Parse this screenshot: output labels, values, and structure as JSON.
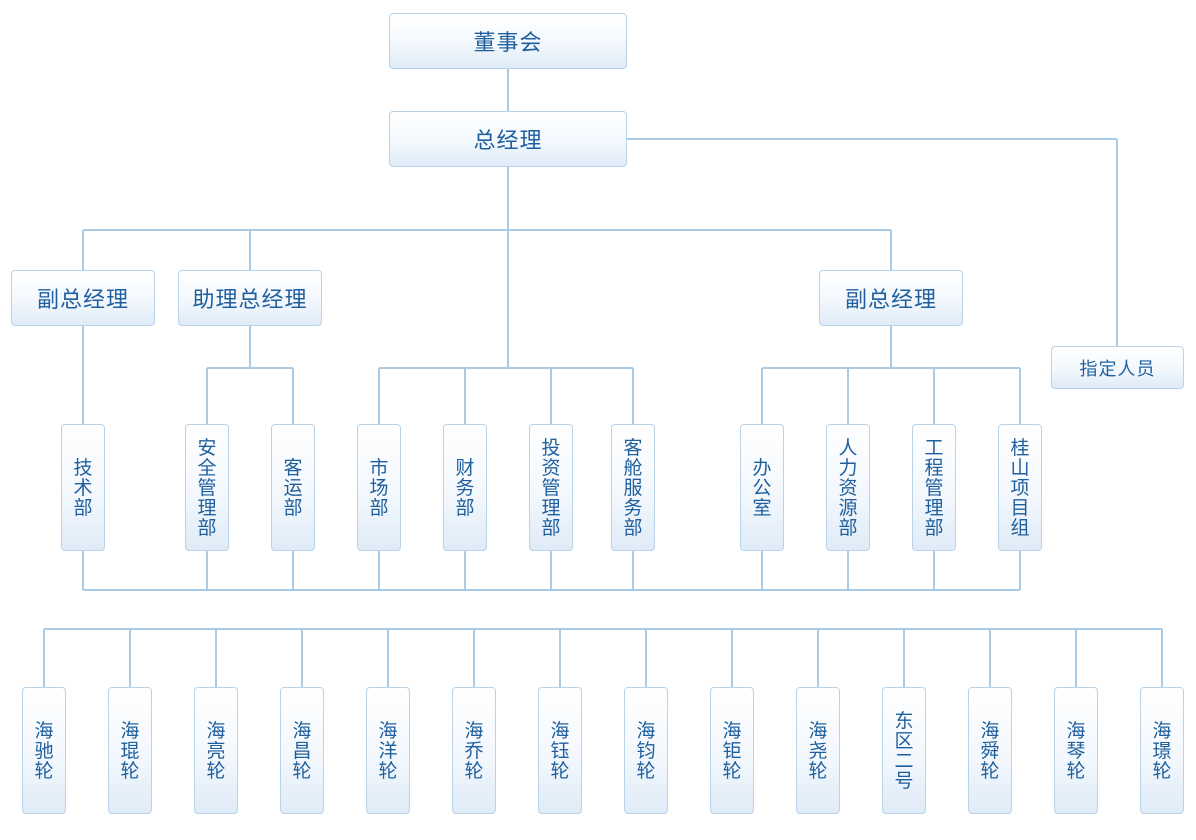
{
  "colors": {
    "line": "#a9cbe6",
    "text": "#1f5f9e",
    "border": "#b9d3e8"
  },
  "org": {
    "board": "董事会",
    "gm": "总经理",
    "deputy_left": "副总经理",
    "assistant_gm": "助理总经理",
    "deputy_right": "副总经理",
    "designated": "指定人员"
  },
  "departments": [
    "技术部",
    "安全管理部",
    "客运部",
    "市场部",
    "财务部",
    "投资管理部",
    "客舱服务部",
    "办公室",
    "人力资源部",
    "工程管理部",
    "桂山项目组"
  ],
  "ships": [
    "海驰轮",
    "海琨轮",
    "海亮轮",
    "海昌轮",
    "海洋轮",
    "海乔轮",
    "海钰轮",
    "海钧轮",
    "海钜轮",
    "海尧轮",
    "东区二号",
    "海舜轮",
    "海琴轮",
    "海璟轮"
  ]
}
